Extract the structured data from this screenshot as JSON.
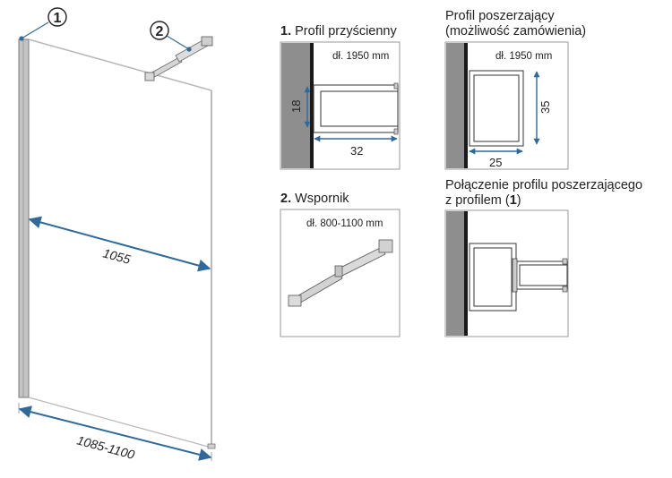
{
  "glass_panel": {
    "callout_1": "1",
    "callout_2": "2",
    "height_dim": "1055",
    "width_dim": "1085-1100"
  },
  "detail_1": {
    "number": "1.",
    "title": "Profil przyścienny",
    "length": "dł. 1950 mm",
    "dim_vertical": "18",
    "dim_horizontal": "32"
  },
  "detail_extension": {
    "title_line1": "Profil poszerzający",
    "title_line2": "(możliwość zamówienia)",
    "length": "dł. 1950 mm",
    "dim_vertical": "35",
    "dim_horizontal": "25"
  },
  "detail_2": {
    "number": "2.",
    "title": "Wspornik",
    "length": "dł. 800-1100 mm"
  },
  "detail_connection": {
    "title_line1": "Połączenie profilu poszerzającego",
    "title_line2_prefix": "z profilem (",
    "title_line2_ref": "1",
    "title_line2_suffix": ")"
  },
  "colors": {
    "dimension_blue": "#2f6a9a",
    "wall_gray": "#8e8e8e",
    "profile_black": "#1a1a1a",
    "frame_gray": "#9a9a9a"
  }
}
